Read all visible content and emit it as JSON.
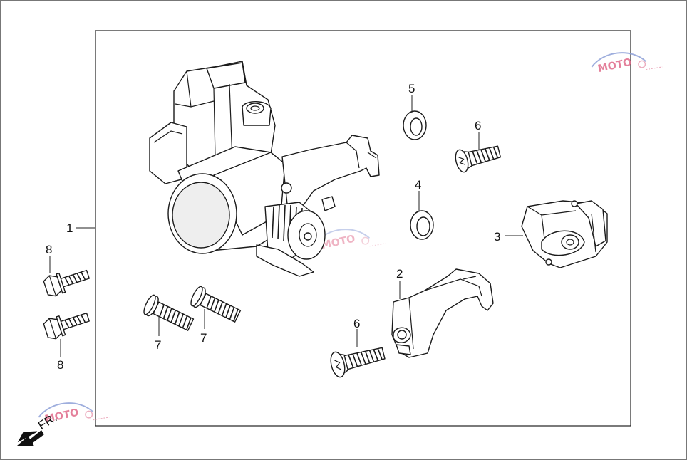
{
  "diagram": {
    "callouts": {
      "c1": "1",
      "c2": "2",
      "c3": "3",
      "c4": "4",
      "c5": "5",
      "c6a": "6",
      "c6b": "6",
      "c7a": "7",
      "c7b": "7",
      "c8a": "8",
      "c8b": "8"
    },
    "front_label": "FR.",
    "watermark": "MOTO",
    "colors": {
      "line": "#1a1a1a",
      "frame": "#222222",
      "arrow": "#111111",
      "watermark": "#e06b8a"
    }
  }
}
